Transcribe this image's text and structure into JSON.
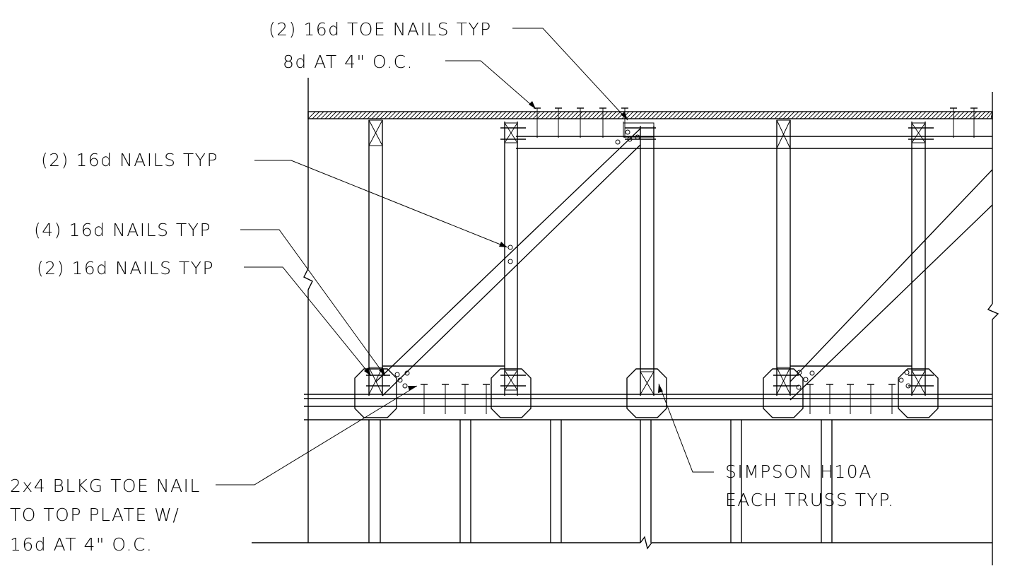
{
  "labels": {
    "toe_nails_top": "(2) 16d TOE NAILS TYP",
    "eight_d": "8d AT 4\" O.C.",
    "two_16d_upper": "(2) 16d NAILS TYP",
    "four_16d": "(4) 16d NAILS TYP",
    "two_16d_lower": "(2) 16d NAILS TYP",
    "blkg_line1": "2x4 BLKG TOE NAIL",
    "blkg_line2": "TO TOP PLATE W/",
    "blkg_line3": "16d AT 4\" O.C.",
    "simpson_line1": "SIMPSON H10A",
    "simpson_line2": "EACH TRUSS TYP."
  },
  "colors": {
    "line": "#000000",
    "background": "#ffffff"
  }
}
